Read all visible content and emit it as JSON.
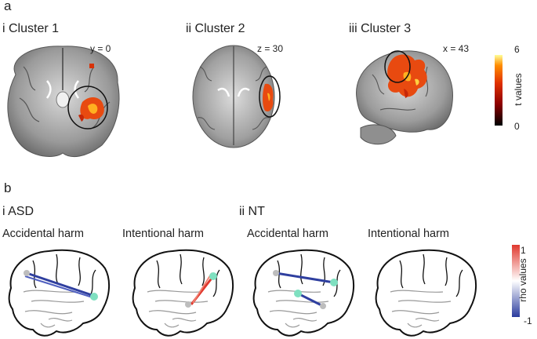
{
  "panel_a": {
    "letter": "a",
    "clusters": [
      {
        "title": "i Cluster 1",
        "coord": "y = 0",
        "view": "coronal"
      },
      {
        "title": "ii Cluster 2",
        "coord": "z = 30",
        "view": "axial"
      },
      {
        "title": "iii Cluster 3",
        "coord": "x = 43",
        "view": "sagittal"
      }
    ],
    "colorbar": {
      "label": "t values",
      "max_label": "6",
      "min_label": "0",
      "colors": [
        "#000000",
        "#8b0000",
        "#e03000",
        "#ff8c00",
        "#ffff99"
      ]
    }
  },
  "panel_b": {
    "letter": "b",
    "groups": [
      {
        "title": "i ASD",
        "conditions": [
          "Accidental harm",
          "Intentional harm"
        ]
      },
      {
        "title": "ii NT",
        "conditions": [
          "Accidental harm",
          "Intentional harm"
        ]
      }
    ],
    "colorbar": {
      "label": "rho values",
      "max_label": "1",
      "min_label": "-1",
      "colors": [
        "#2b3c9e",
        "#ffffff",
        "#e0382e"
      ]
    },
    "connection_colors": {
      "negative": "#2f3f9f",
      "positive": "#e0382e",
      "node": "#7fe0c0",
      "node_gray": "#bdbdbd"
    }
  }
}
